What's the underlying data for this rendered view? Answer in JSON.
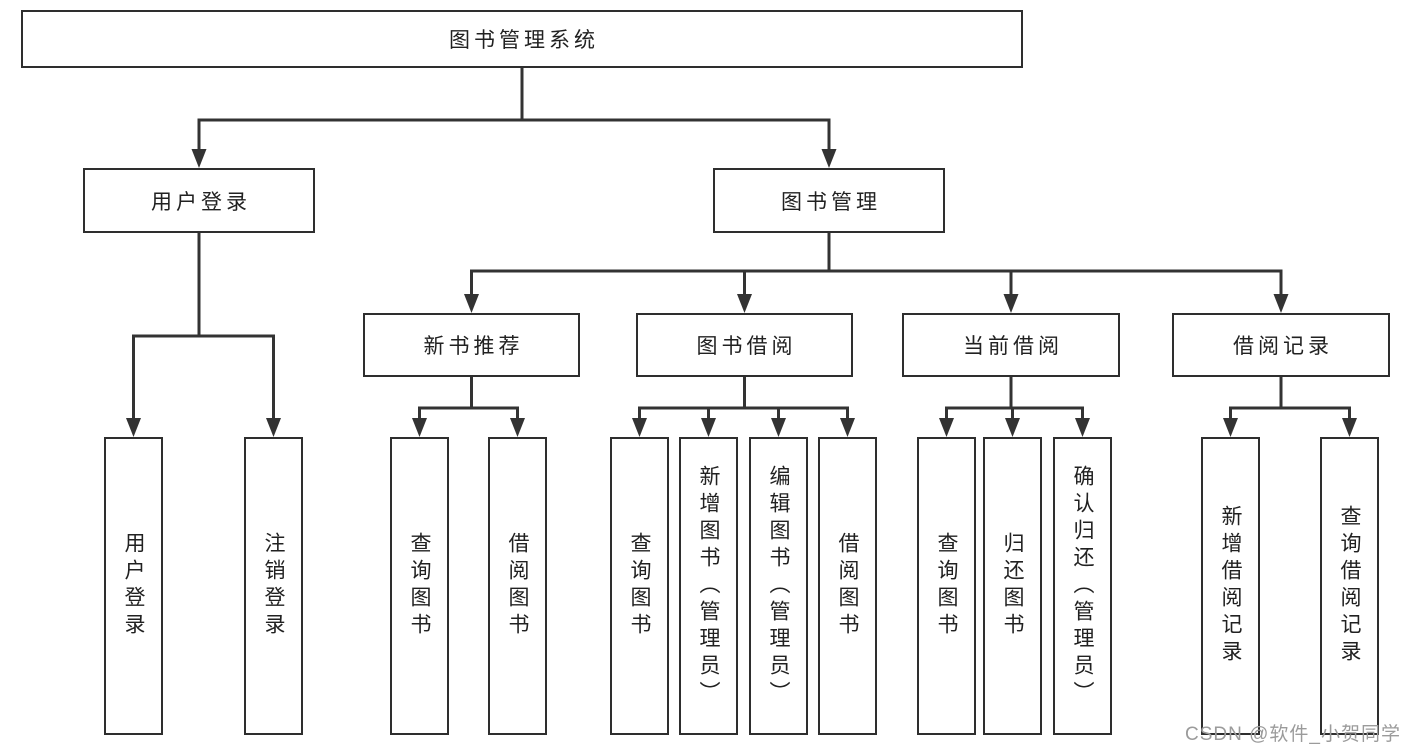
{
  "diagram": {
    "tree": {
      "label": "图书管理系统",
      "children": [
        {
          "label": "用户登录",
          "children": [
            {
              "label": "用户登录"
            },
            {
              "label": "注销登录"
            }
          ]
        },
        {
          "label": "图书管理",
          "children": [
            {
              "label": "新书推荐",
              "children": [
                {
                  "label": "查询图书"
                },
                {
                  "label": "借阅图书"
                }
              ]
            },
            {
              "label": "图书借阅",
              "children": [
                {
                  "label": "查询图书"
                },
                {
                  "label": "新增图书（管理员）"
                },
                {
                  "label": "编辑图书（管理员）"
                },
                {
                  "label": "借阅图书"
                }
              ]
            },
            {
              "label": "当前借阅",
              "children": [
                {
                  "label": "查询图书"
                },
                {
                  "label": "归还图书"
                },
                {
                  "label": "确认归还（管理员）"
                }
              ]
            },
            {
              "label": "借阅记录",
              "children": [
                {
                  "label": "新增借阅记录"
                },
                {
                  "label": "查询借阅记录"
                }
              ]
            }
          ]
        }
      ]
    }
  },
  "watermark": {
    "text": "CSDN @软件_小贺同学"
  },
  "colors": {
    "line": "#333333",
    "box_border": "#2e2e2e",
    "text": "#212121",
    "watermark": "#9b9b9b",
    "background": "#ffffff"
  }
}
